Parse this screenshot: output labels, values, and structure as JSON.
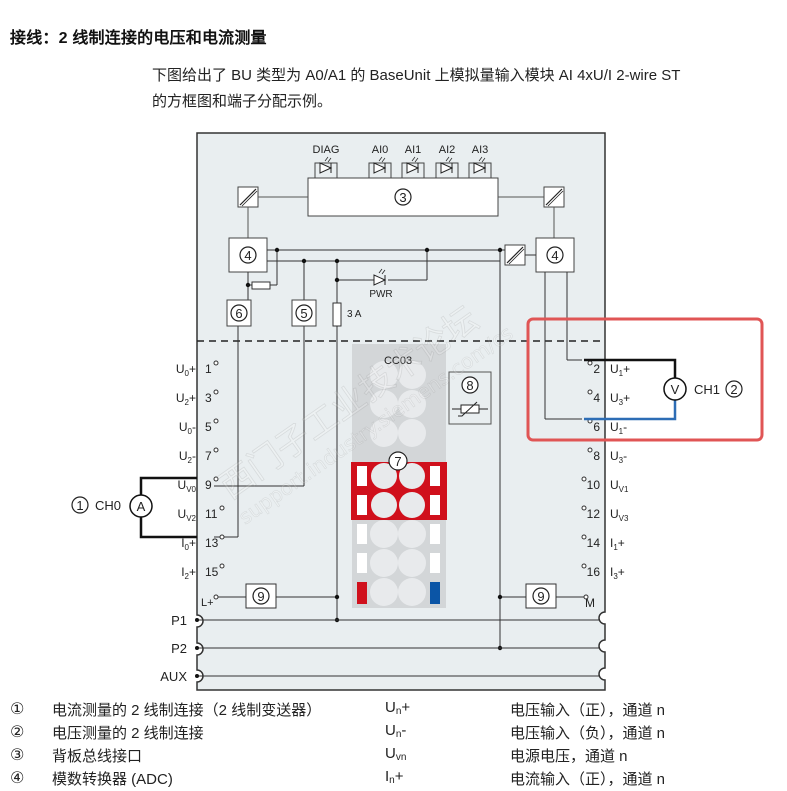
{
  "heading": "接线：2 线制连接的电压和电流测量",
  "intro": {
    "line1": "下图给出了 BU 类型为 A0/A1 的 BaseUnit 上模拟量输入模块 AI 4xU/I 2-wire ST",
    "line2": "的方框图和端子分配示例。"
  },
  "diagram": {
    "leds": [
      "DIAG",
      "AI0",
      "AI1",
      "AI2",
      "AI3"
    ],
    "backplane_marker": "3",
    "adc_marker": "4",
    "marker_5": "5",
    "marker_6": "6",
    "marker_7": "7",
    "marker_8": "8",
    "marker_9": "9",
    "pwr_label": "PWR",
    "fuse_label": "3 A",
    "color_code": "CC03",
    "left_terminals": [
      {
        "signal": "U",
        "sub": "0",
        "suffix": "+",
        "num": "1"
      },
      {
        "signal": "U",
        "sub": "2",
        "suffix": "+",
        "num": "3"
      },
      {
        "signal": "U",
        "sub": "0",
        "suffix": "-",
        "num": "5"
      },
      {
        "signal": "U",
        "sub": "2",
        "suffix": "-",
        "num": "7"
      },
      {
        "signal": "U",
        "sub": "V0",
        "suffix": "",
        "num": "9"
      },
      {
        "signal": "U",
        "sub": "V2",
        "suffix": "",
        "num": "11"
      },
      {
        "signal": "I",
        "sub": "0",
        "suffix": "+",
        "num": "13"
      },
      {
        "signal": "I",
        "sub": "2",
        "suffix": "+",
        "num": "15"
      }
    ],
    "right_terminals": [
      {
        "signal": "U",
        "sub": "1",
        "suffix": "+",
        "num": "2"
      },
      {
        "signal": "U",
        "sub": "3",
        "suffix": "+",
        "num": "4"
      },
      {
        "signal": "U",
        "sub": "1",
        "suffix": "-",
        "num": "6"
      },
      {
        "signal": "U",
        "sub": "3",
        "suffix": "-",
        "num": "8"
      },
      {
        "signal": "U",
        "sub": "V1",
        "suffix": "",
        "num": "10"
      },
      {
        "signal": "U",
        "sub": "V3",
        "suffix": "",
        "num": "12"
      },
      {
        "signal": "I",
        "sub": "1",
        "suffix": "+",
        "num": "14"
      },
      {
        "signal": "I",
        "sub": "3",
        "suffix": "+",
        "num": "16"
      }
    ],
    "lplus_label": "L+",
    "m_label": "M",
    "bus_labels": [
      "P1",
      "P2",
      "AUX"
    ],
    "ch0": {
      "marker": "1",
      "label": "CH0",
      "meter": "A"
    },
    "ch1": {
      "marker": "2",
      "label": "CH1",
      "meter": "V"
    },
    "colors": {
      "module_bg": "#e9eef0",
      "highlight_box": "#e05555",
      "red_element": "#d0101c",
      "blue_element": "#0b55a6",
      "blue_wire": "#2d6db5"
    }
  },
  "legend": [
    {
      "num": "①",
      "desc": "电流测量的 2 线制连接（2 线制变送器）",
      "sym": "U",
      "sym_sub": "n",
      "sym_suffix": "+",
      "meaning": "电压输入（正），通道 n"
    },
    {
      "num": "②",
      "desc": "电压测量的 2 线制连接",
      "sym": "U",
      "sym_sub": "n",
      "sym_suffix": "-",
      "meaning": "电压输入（负），通道 n"
    },
    {
      "num": "③",
      "desc": "背板总线接口",
      "sym": "U",
      "sym_sub": "vn",
      "sym_suffix": "",
      "meaning": "电源电压，通道 n"
    },
    {
      "num": "④",
      "desc": "模数转换器 (ADC)",
      "sym": "I",
      "sym_sub": "n",
      "sym_suffix": "+",
      "meaning": "电流输入（正），通道 n"
    }
  ]
}
